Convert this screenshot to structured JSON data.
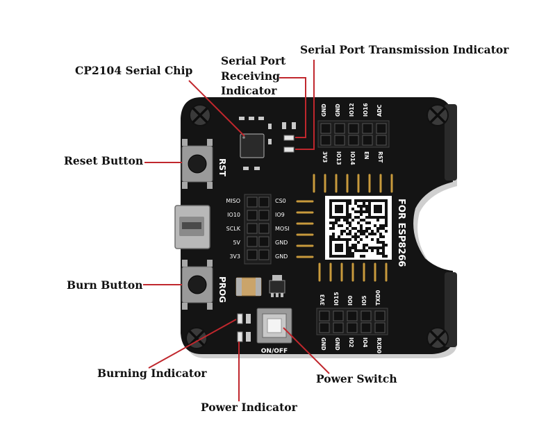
{
  "callouts": {
    "cp2104": "CP2104 Serial Chip",
    "rx_line1": "Serial Port",
    "rx_line2": "Receiving",
    "rx_line3": "Indicator",
    "tx": "Serial Port Transmission Indicator",
    "reset": "Reset Button",
    "burn": "Burn Button",
    "burning": "Burning Indicator",
    "power_ind": "Power Indicator",
    "power_switch": "Power Switch"
  },
  "board": {
    "rst": "RST",
    "prog": "PROG",
    "on_off": "ON/OFF",
    "for_esp": "FOR ESP8266",
    "top_header_top": [
      "GND",
      "GND",
      "IO12",
      "IO16",
      "ADC"
    ],
    "top_header_bottom": [
      "3V3",
      "IO13",
      "IO14",
      "EN",
      "RST"
    ],
    "mid_left": [
      "MISO",
      "IO10",
      "SCLK",
      "5V",
      "3V3"
    ],
    "mid_right": [
      "CS0",
      "IO9",
      "MOSI",
      "GND",
      "GND"
    ],
    "bot_header_top": [
      "3V3",
      "IO15",
      "IO0",
      "IO5",
      "TXD0"
    ],
    "bot_header_bottom": [
      "GND",
      "GND",
      "IO2",
      "IO4",
      "RXD0"
    ]
  },
  "colors": {
    "board": "#141414",
    "label_line": "#c0272d",
    "silkscreen": "#ffffff",
    "pin_gold": "#c89a3c"
  }
}
